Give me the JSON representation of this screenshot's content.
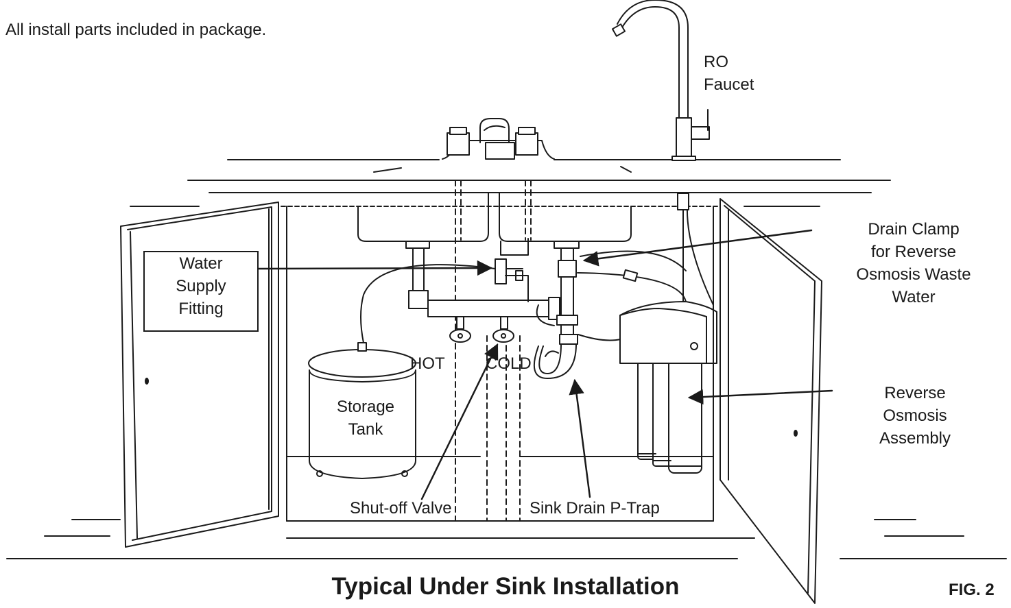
{
  "intro_text": "All install parts included in package.",
  "labels": {
    "ro_faucet": [
      "RO",
      "Faucet"
    ],
    "drain_clamp": [
      "Drain Clamp",
      "for Reverse",
      "Osmosis Waste",
      "Water"
    ],
    "water_supply": [
      "Water",
      "Supply",
      "Fitting"
    ],
    "hot": "HOT",
    "cold": "COLD",
    "storage_tank": [
      "Storage",
      "Tank"
    ],
    "ro_assembly": [
      "Reverse",
      "Osmosis",
      "Assembly"
    ],
    "shutoff_valve": "Shut-off Valve",
    "ptrap": "Sink Drain P-Trap"
  },
  "figure": {
    "title": "Typical Under Sink Installation",
    "number": "FIG. 2"
  },
  "colors": {
    "ink": "#1a1a1a",
    "paper": "#ffffff"
  }
}
